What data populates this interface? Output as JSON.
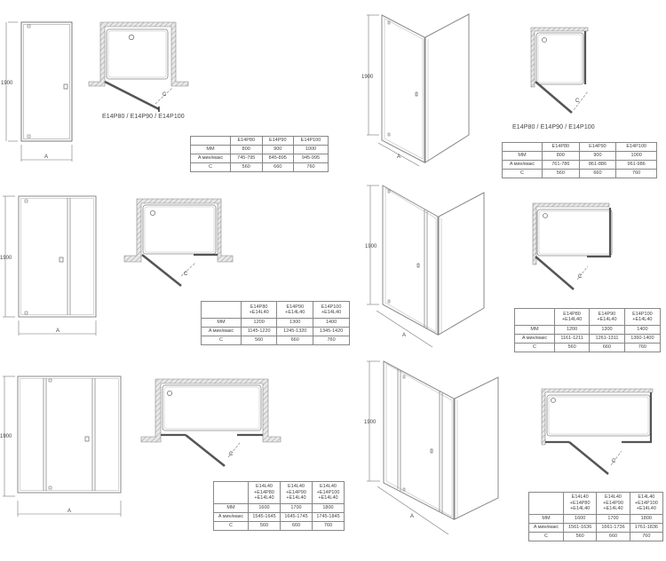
{
  "common": {
    "height_label": "1900",
    "width_label": "A",
    "opening_label": "C",
    "row_labels": [
      "MM",
      "A мин/макс",
      "C"
    ]
  },
  "panels": [
    {
      "id": "p1",
      "front_view": "single-door",
      "plan_caption": "E14P80 / E14P90 / E14P100",
      "table": {
        "headers": [
          "E14P80",
          "E14P90",
          "E14P100"
        ],
        "rows": [
          {
            "label": "MM",
            "values": [
              "800",
              "900",
              "1000"
            ]
          },
          {
            "label": "A мин/макс",
            "values": [
              "745-795",
              "845-895",
              "945-995"
            ]
          },
          {
            "label": "C",
            "values": [
              "560",
              "660",
              "760"
            ]
          }
        ]
      }
    },
    {
      "id": "p2",
      "front_view": "corner-door-side",
      "plan_caption": "E14P80 / E14P90 / E14P100",
      "table": {
        "headers": [
          "E14P80",
          "E14P90",
          "E14P100"
        ],
        "rows": [
          {
            "label": "MM",
            "values": [
              "800",
              "900",
              "1000"
            ]
          },
          {
            "label": "A мин/макс",
            "values": [
              "761-786",
              "861-886",
              "961-986"
            ]
          },
          {
            "label": "C",
            "values": [
              "560",
              "660",
              "760"
            ]
          }
        ]
      }
    },
    {
      "id": "p3",
      "front_view": "door-plus-fixed",
      "table": {
        "headers": [
          "E14P80\n+E14L40",
          "E14P90\n+E14L40",
          "E14P100\n+E14L40"
        ],
        "rows": [
          {
            "label": "MM",
            "values": [
              "1200",
              "1300",
              "1400"
            ]
          },
          {
            "label": "A мин/макс",
            "values": [
              "1145-1220",
              "1245-1320",
              "1345-1420"
            ]
          },
          {
            "label": "C",
            "values": [
              "560",
              "660",
              "760"
            ]
          }
        ]
      }
    },
    {
      "id": "p4",
      "front_view": "corner-door-fixed-side",
      "table": {
        "headers": [
          "E14P80\n+E14L40",
          "E14P90\n+E14L40",
          "E14P100\n+E14L40"
        ],
        "rows": [
          {
            "label": "MM",
            "values": [
              "1200",
              "1300",
              "1400"
            ]
          },
          {
            "label": "A мин/макс",
            "values": [
              "1161-1211",
              "1261-1311",
              "1360-1400"
            ]
          },
          {
            "label": "C",
            "values": [
              "560",
              "660",
              "760"
            ]
          }
        ]
      }
    },
    {
      "id": "p5",
      "front_view": "fixed-door-fixed",
      "table": {
        "headers": [
          "E14L40\n+E14P80\n+E14L40",
          "E14L40\n+E14P90\n+E14L40",
          "E14L40\n+E14P100\n+E14L40"
        ],
        "rows": [
          {
            "label": "MM",
            "values": [
              "1600",
              "1700",
              "1800"
            ]
          },
          {
            "label": "A мин/макс",
            "values": [
              "1545-1645",
              "1645-1745",
              "1745-1845"
            ]
          },
          {
            "label": "C",
            "values": [
              "560",
              "660",
              "760"
            ]
          }
        ]
      }
    },
    {
      "id": "p6",
      "front_view": "corner-fixed-door-fixed-side",
      "table": {
        "headers": [
          "E14L40\n+E14P80\n+E14L40",
          "E14L40\n+E14P90\n+E14L40",
          "E14L40\n+E14P100\n+E14L40"
        ],
        "rows": [
          {
            "label": "MM",
            "values": [
              "1600",
              "1700",
              "1800"
            ]
          },
          {
            "label": "A мин/макс",
            "values": [
              "1561-1636",
              "1661-1736",
              "1761-1836"
            ]
          },
          {
            "label": "C",
            "values": [
              "560",
              "660",
              "760"
            ]
          }
        ]
      }
    }
  ]
}
